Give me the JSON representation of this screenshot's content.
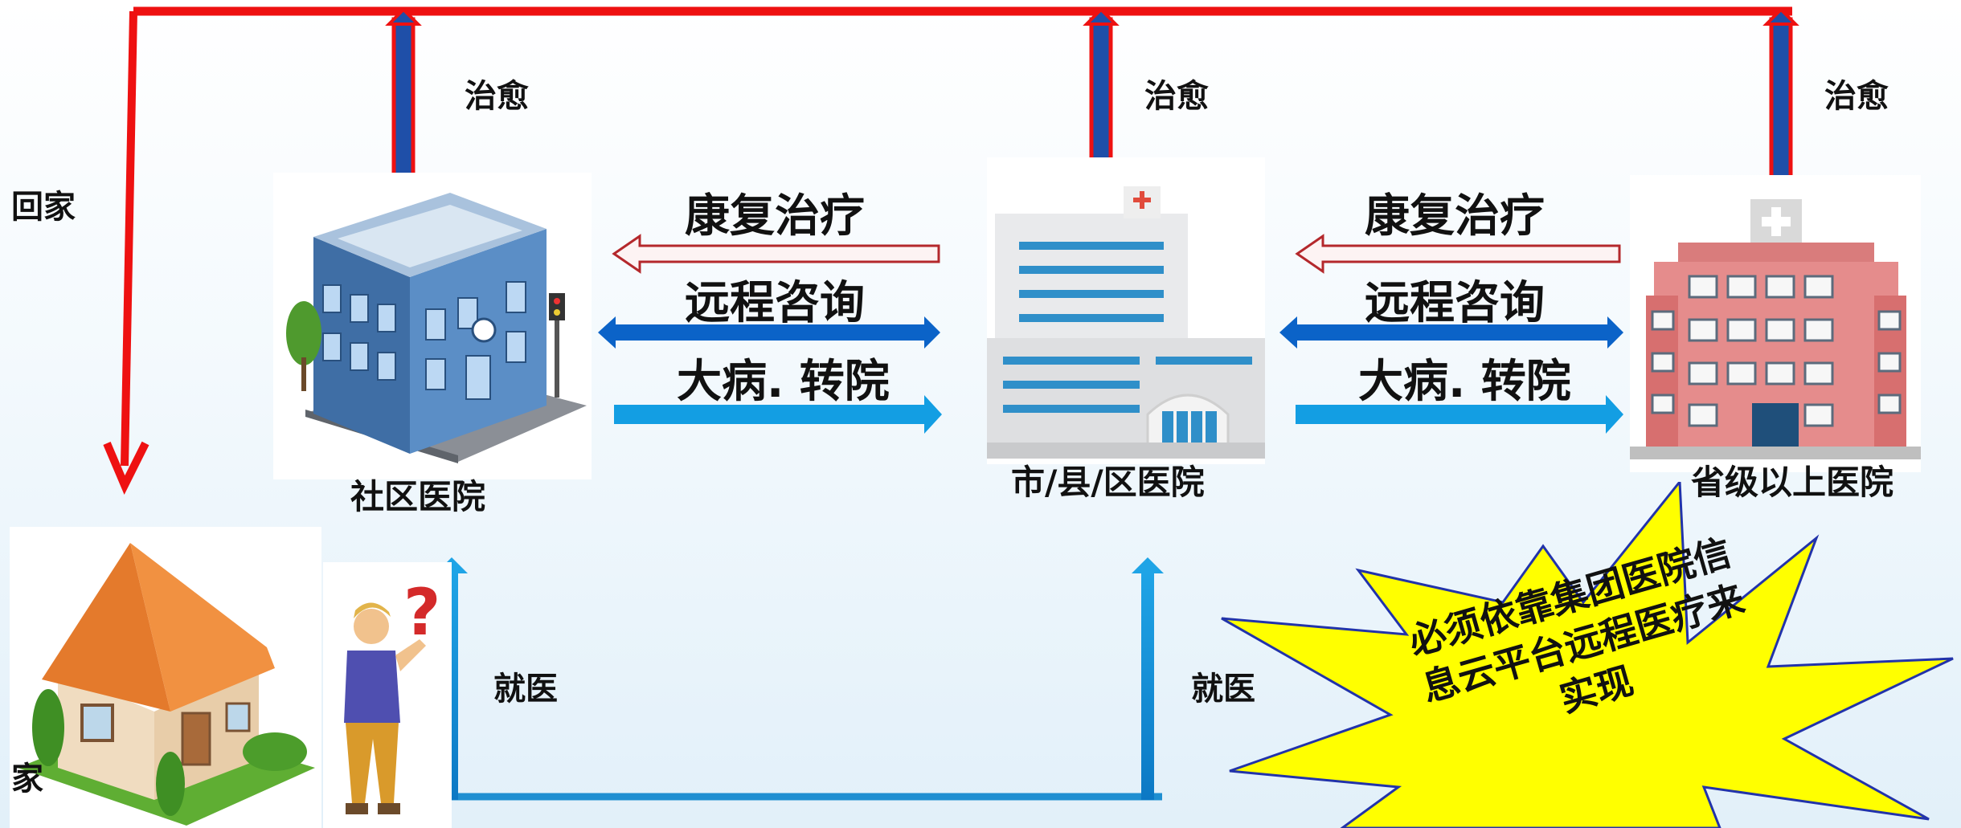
{
  "colors": {
    "return_line": "#ee1111",
    "cure_arrow_fill": "#1f4fa8",
    "rehab_arrow_fill": "#fdf3f3",
    "rehab_arrow_stroke": "#b4282c",
    "consult_arrow": "#0b63c8",
    "transfer_arrow": "#139ee3",
    "visit_line": "#1f8fd1",
    "burst_fill": "#ffff00",
    "burst_stroke": "#2233aa"
  },
  "labels": {
    "go_home": "回家",
    "home": "家",
    "cured_1": "治愈",
    "cured_2": "治愈",
    "cured_3": "治愈",
    "rehab_1": "康复治疗",
    "rehab_2": "康复治疗",
    "consult_1": "远程咨询",
    "consult_2": "远程咨询",
    "transfer_1": "大病. 转院",
    "transfer_2": "大病. 转院",
    "visit_1": "就医",
    "visit_2": "就医"
  },
  "nodes": {
    "community": "社区医院",
    "city": "市/县/区医院",
    "provincial": "省级以上医院"
  },
  "callout": {
    "lines": [
      "必须依靠集团医院信",
      "息云平台远程医疗来",
      "实现"
    ]
  },
  "icons": {
    "community": "community-hospital-building-icon",
    "city": "city-hospital-building-icon",
    "provincial": "provincial-hospital-building-icon",
    "home": "house-icon",
    "person": "confused-person-icon"
  }
}
